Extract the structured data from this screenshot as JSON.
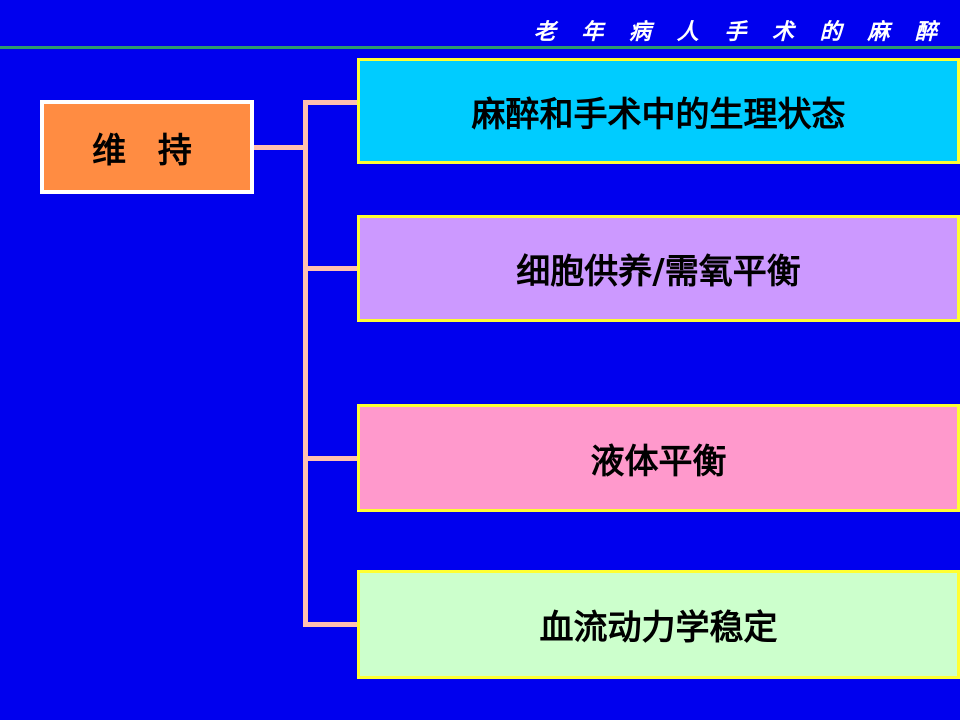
{
  "header": {
    "title": "老 年 病 人 手 术 的 麻 醉"
  },
  "diagram": {
    "root": {
      "label": "维 持",
      "color": "#ff8c42"
    },
    "branches": [
      {
        "label": "麻醉和手术中的生理状态",
        "color": "#00ccff"
      },
      {
        "label": "细胞供养/需氧平衡",
        "color": "#cc99ff"
      },
      {
        "label": "液体平衡",
        "color": "#ff99cc"
      },
      {
        "label": "血流动力学稳定",
        "color": "#ccffcc"
      }
    ]
  },
  "colors": {
    "background": "#0000ee",
    "connector": "#ffc0b0",
    "branch_border": "#ffff33",
    "header_rule": "#2e9b6e"
  }
}
